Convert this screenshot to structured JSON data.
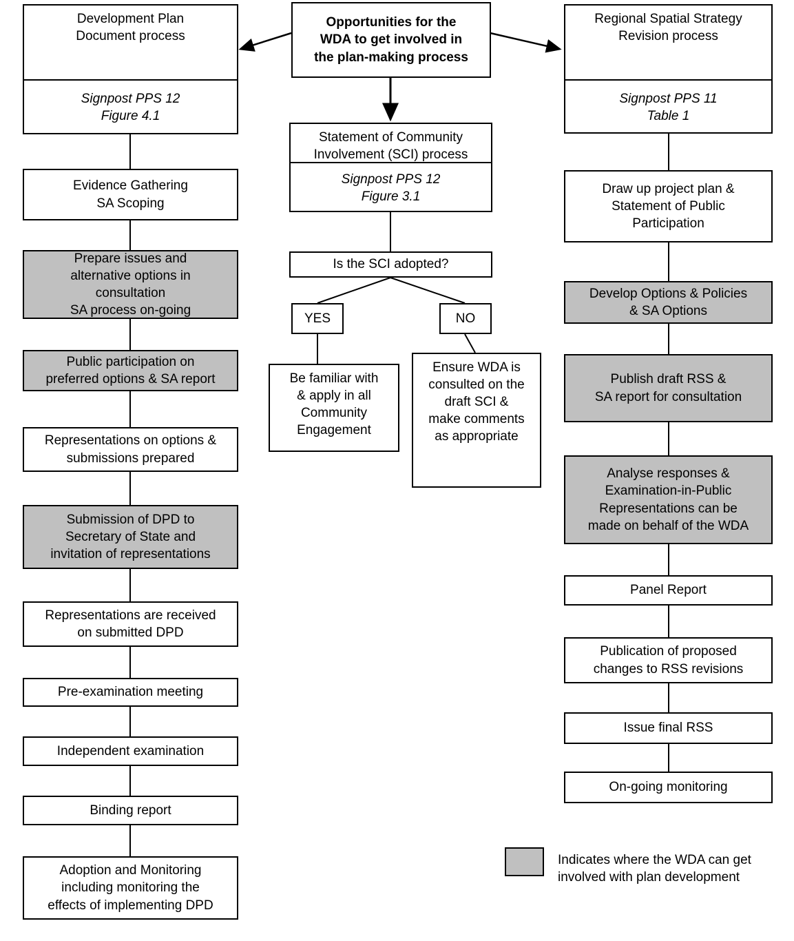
{
  "diagram": {
    "title_box": {
      "label": "Opportunities for the\nWDA to get involved in\nthe plan-making process"
    },
    "columns": {
      "left": {
        "header": {
          "title": "Development Plan\nDocument process",
          "signpost": "Signpost PPS 12\nFigure 4.1"
        },
        "steps": [
          {
            "label": "Evidence Gathering\nSA Scoping",
            "shaded": false
          },
          {
            "label": "Prepare issues and\nalternative options in\nconsultation\nSA process on-going",
            "shaded": true
          },
          {
            "label": "Public participation on\npreferred options & SA report",
            "shaded": true
          },
          {
            "label": "Representations on options &\nsubmissions prepared",
            "shaded": false
          },
          {
            "label": "Submission of DPD to\nSecretary of State and\ninvitation of representations",
            "shaded": true
          },
          {
            "label": "Representations are received\non submitted DPD",
            "shaded": false
          },
          {
            "label": "Pre-examination meeting",
            "shaded": false
          },
          {
            "label": "Independent examination",
            "shaded": false
          },
          {
            "label": "Binding report",
            "shaded": false
          },
          {
            "label": "Adoption and Monitoring\nincluding monitoring the\neffects of implementing DPD",
            "shaded": false
          }
        ]
      },
      "middle": {
        "header": {
          "title": "Statement of Community\nInvolvement (SCI) process",
          "signpost": "Signpost PPS 12\nFigure 3.1"
        },
        "decision": {
          "label": "Is the SCI adopted?"
        },
        "branch_yes": {
          "label": "YES"
        },
        "branch_no": {
          "label": "NO"
        },
        "outcome_yes": {
          "label": "Be familiar with\n& apply in all\nCommunity\nEngagement"
        },
        "outcome_no": {
          "label": "Ensure WDA is\nconsulted on the\ndraft SCI &\nmake comments\nas appropriate"
        }
      },
      "right": {
        "header": {
          "title": "Regional Spatial Strategy\nRevision process",
          "signpost": "Signpost PPS 11\nTable 1"
        },
        "steps": [
          {
            "label": "Draw up project plan &\nStatement of Public\nParticipation",
            "shaded": false
          },
          {
            "label": "Develop Options & Policies\n& SA Options",
            "shaded": true
          },
          {
            "label": "Publish draft RSS &\nSA report for consultation",
            "shaded": true
          },
          {
            "label": "Analyse responses &\nExamination-in-Public\nRepresentations can be\nmade on behalf of the WDA",
            "shaded": true
          },
          {
            "label": "Panel Report",
            "shaded": false
          },
          {
            "label": "Publication of proposed\nchanges to RSS revisions",
            "shaded": false
          },
          {
            "label": "Issue final RSS",
            "shaded": false
          },
          {
            "label": "On-going monitoring",
            "shaded": false
          }
        ]
      }
    },
    "legend": {
      "swatch_color": "#c0c0c0",
      "text": "Indicates where the WDA can get\ninvolved with plan development"
    },
    "colors": {
      "shaded_fill": "#c0c0c0",
      "line": "#000000",
      "background": "#ffffff"
    }
  }
}
